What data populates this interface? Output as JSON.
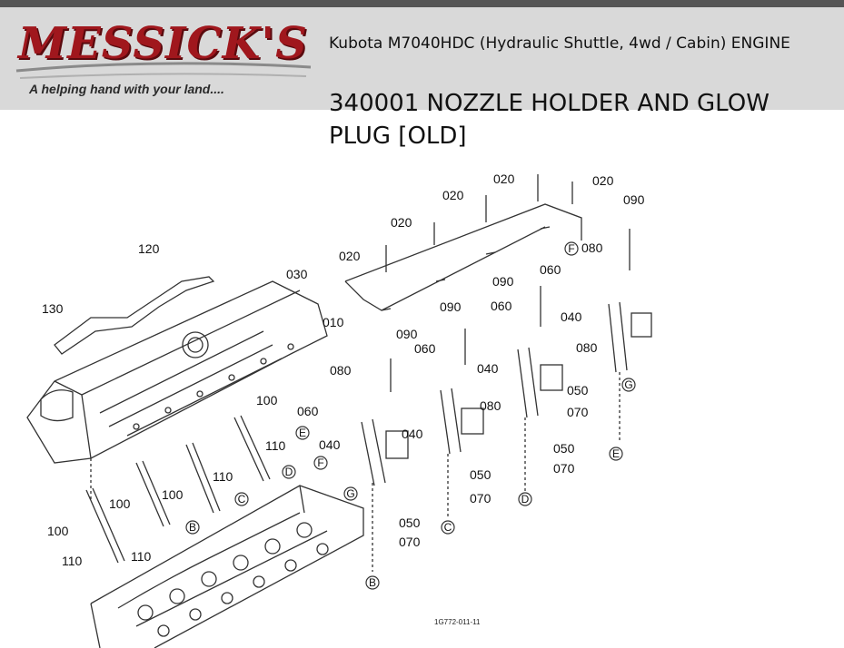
{
  "header": {
    "logo_text": "MESSICK'S",
    "tagline": "A helping hand with your land....",
    "subtitle": "Kubota M7040HDC (Hydraulic Shuttle, 4wd / Cabin) ENGINE",
    "title": "340001 NOZZLE HOLDER AND GLOW PLUG [OLD]"
  },
  "diagram": {
    "drawing_number": "1G772-011-11",
    "part_callouts": [
      {
        "key": "c020a",
        "label": "020"
      },
      {
        "key": "c020b",
        "label": "020"
      },
      {
        "key": "c020c",
        "label": "020"
      },
      {
        "key": "c020d",
        "label": "020"
      },
      {
        "key": "c020e",
        "label": "020"
      },
      {
        "key": "c120",
        "label": "120"
      },
      {
        "key": "c130",
        "label": "130"
      },
      {
        "key": "c030",
        "label": "030"
      },
      {
        "key": "c010",
        "label": "010"
      },
      {
        "key": "c090a",
        "label": "090"
      },
      {
        "key": "c090b",
        "label": "090"
      },
      {
        "key": "c090c",
        "label": "090"
      },
      {
        "key": "c090d",
        "label": "090"
      },
      {
        "key": "c080a",
        "label": "080"
      },
      {
        "key": "c080b",
        "label": "080"
      },
      {
        "key": "c080c",
        "label": "080"
      },
      {
        "key": "c080d",
        "label": "080"
      },
      {
        "key": "c060a",
        "label": "060"
      },
      {
        "key": "c060b",
        "label": "060"
      },
      {
        "key": "c060c",
        "label": "060"
      },
      {
        "key": "c060d",
        "label": "060"
      },
      {
        "key": "c040a",
        "label": "040"
      },
      {
        "key": "c040b",
        "label": "040"
      },
      {
        "key": "c040c",
        "label": "040"
      },
      {
        "key": "c040d",
        "label": "040"
      },
      {
        "key": "c050a",
        "label": "050"
      },
      {
        "key": "c050b",
        "label": "050"
      },
      {
        "key": "c050c",
        "label": "050"
      },
      {
        "key": "c050d",
        "label": "050"
      },
      {
        "key": "c070a",
        "label": "070"
      },
      {
        "key": "c070b",
        "label": "070"
      },
      {
        "key": "c070c",
        "label": "070"
      },
      {
        "key": "c070d",
        "label": "070"
      },
      {
        "key": "c100a",
        "label": "100"
      },
      {
        "key": "c100b",
        "label": "100"
      },
      {
        "key": "c100c",
        "label": "100"
      },
      {
        "key": "c100d",
        "label": "100"
      },
      {
        "key": "c110a",
        "label": "110"
      },
      {
        "key": "c110b",
        "label": "110"
      },
      {
        "key": "c110c",
        "label": "110"
      },
      {
        "key": "c110d",
        "label": "110"
      }
    ],
    "reference_markers": [
      {
        "key": "mB",
        "label": "B"
      },
      {
        "key": "mC",
        "label": "C"
      },
      {
        "key": "mD",
        "label": "D"
      },
      {
        "key": "mE",
        "label": "E"
      },
      {
        "key": "mF",
        "label": "F"
      },
      {
        "key": "mG",
        "label": "G"
      },
      {
        "key": "mB2",
        "label": "B"
      },
      {
        "key": "mC2",
        "label": "C"
      },
      {
        "key": "mD2",
        "label": "D"
      },
      {
        "key": "mE2",
        "label": "E"
      },
      {
        "key": "mF2",
        "label": "F"
      },
      {
        "key": "mG2",
        "label": "G"
      }
    ]
  }
}
